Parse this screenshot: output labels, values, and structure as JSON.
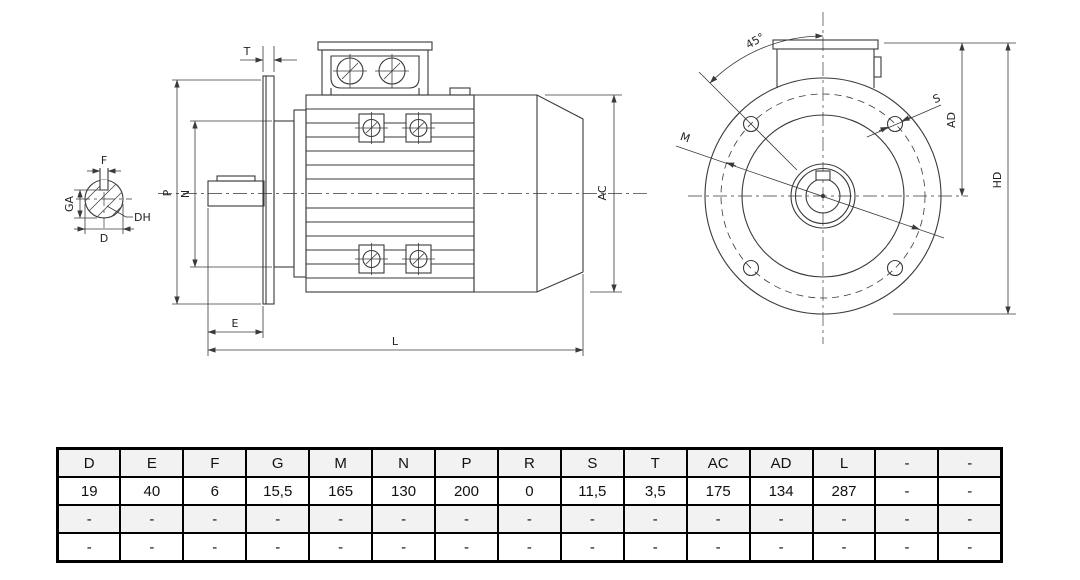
{
  "drawing": {
    "shaft_detail": {
      "f": "F",
      "ga": "GA",
      "dh": "DH",
      "d": "D"
    },
    "side_view": {
      "t": "T",
      "p": "P",
      "n": "N",
      "e": "E",
      "l": "L",
      "ac": "AC"
    },
    "front_view": {
      "angle": "45°",
      "m": "M",
      "s": "S",
      "ad": "AD",
      "hd": "HD"
    }
  },
  "table": {
    "headers": [
      "D",
      "E",
      "F",
      "G",
      "M",
      "N",
      "P",
      "R",
      "S",
      "T",
      "AC",
      "AD",
      "L",
      "-",
      "-"
    ],
    "rows": [
      [
        "19",
        "40",
        "6",
        "15,5",
        "165",
        "130",
        "200",
        "0",
        "11,5",
        "3,5",
        "175",
        "134",
        "287",
        "-",
        "-"
      ],
      [
        "-",
        "-",
        "-",
        "-",
        "-",
        "-",
        "-",
        "-",
        "-",
        "-",
        "-",
        "-",
        "-",
        "-",
        "-"
      ],
      [
        "-",
        "-",
        "-",
        "-",
        "-",
        "-",
        "-",
        "-",
        "-",
        "-",
        "-",
        "-",
        "-",
        "-",
        "-"
      ]
    ]
  },
  "colors": {
    "line": "#3a3a3a",
    "label": "#222222",
    "table-border": "#000000",
    "row-shade": "#f2f2f2",
    "background": "#ffffff"
  }
}
